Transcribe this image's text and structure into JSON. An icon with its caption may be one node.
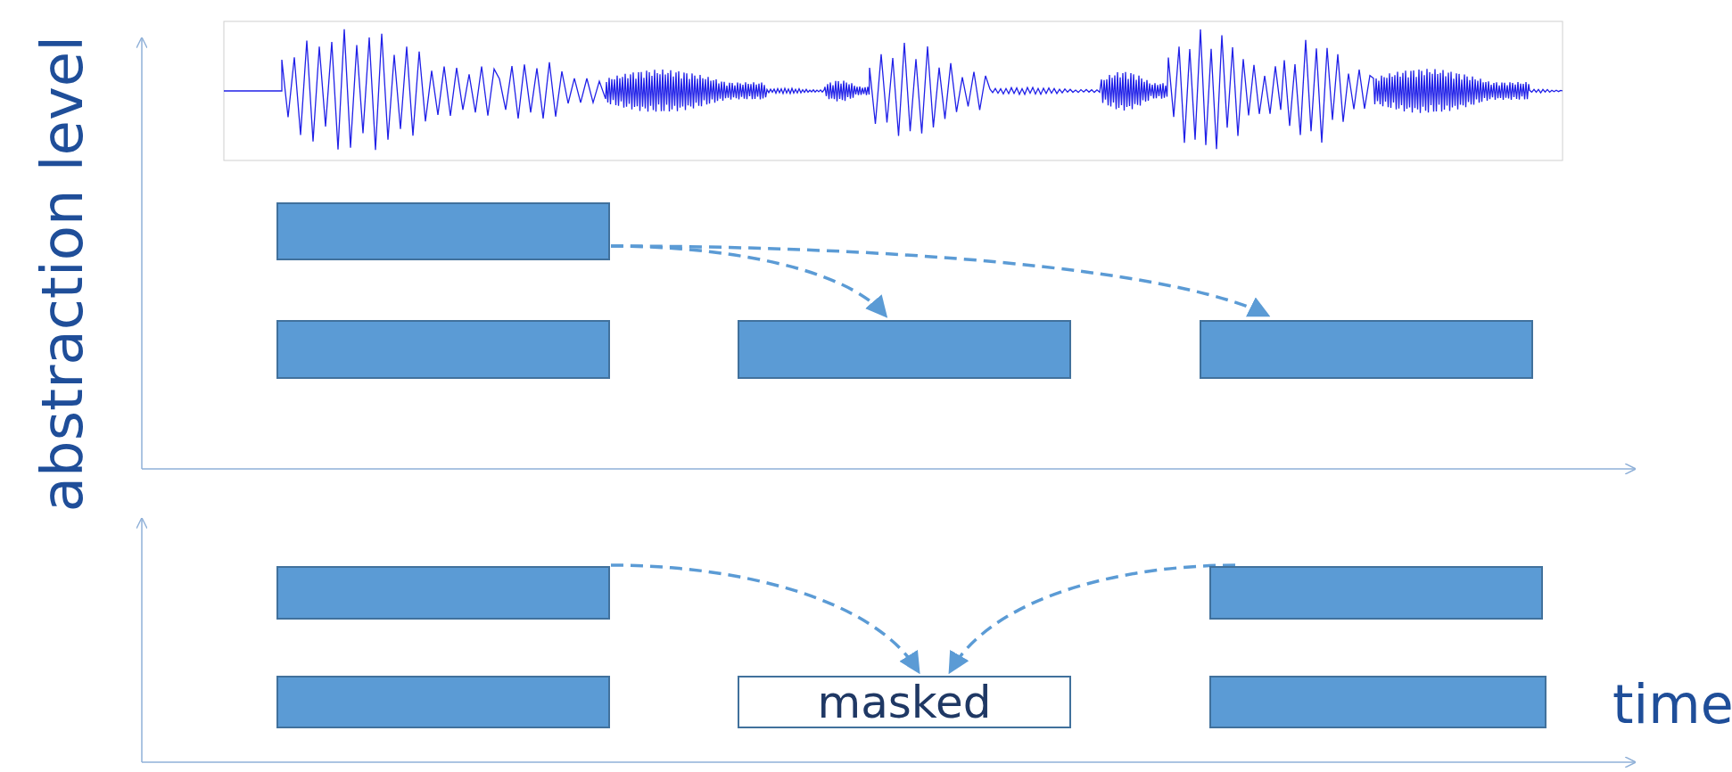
{
  "diagram": {
    "nodes": [
      {
        "text": [],
        "shape": "box"
      },
      {
        "text": [],
        "shape": "box"
      },
      {
        "text": [],
        "shape": "box"
      },
      {
        "text": [],
        "shape": "box"
      },
      {
        "text": [],
        "shape": "box"
      },
      {
        "text": [],
        "shape": "box"
      },
      {
        "text": [],
        "shape": "box"
      },
      {
        "text": [
          "masked"
        ]
      },
      {
        "text": [],
        "shape": "box"
      }
    ],
    "edges": [
      {
        "from": 0,
        "to": 2,
        "arrow": "to",
        "style": "dashed"
      },
      {
        "from": 0,
        "to": 3,
        "arrow": "to",
        "style": "dashed"
      },
      {
        "from": 4,
        "to": 7,
        "arrow": "to",
        "style": "dashed"
      },
      {
        "from": 5,
        "to": 7,
        "arrow": "to",
        "style": "dashed"
      }
    ],
    "labels": [
      "abstraction level",
      "time"
    ]
  }
}
